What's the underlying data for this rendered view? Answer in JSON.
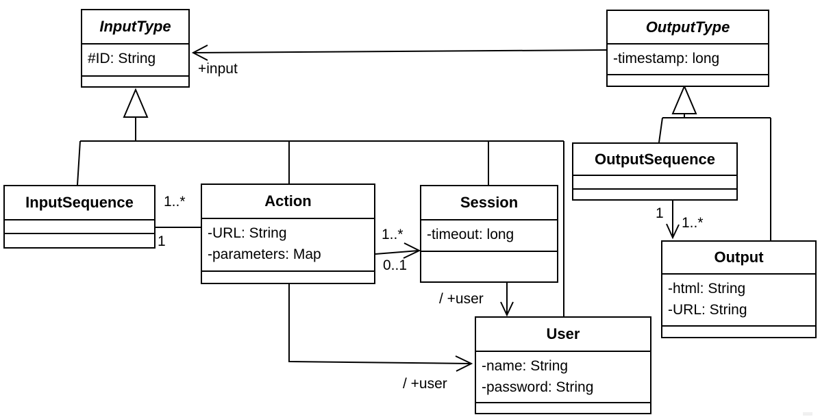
{
  "diagram": {
    "kind": "uml-class-diagram",
    "background_color": "#ffffff",
    "line_color": "#000000"
  },
  "classes": {
    "input_type": {
      "name": "InputType",
      "abstract": true,
      "attributes": [
        "#ID: String"
      ]
    },
    "output_type": {
      "name": "OutputType",
      "abstract": true,
      "attributes": [
        "-timestamp: long"
      ]
    },
    "input_sequence": {
      "name": "InputSequence",
      "abstract": false,
      "attributes": []
    },
    "action": {
      "name": "Action",
      "abstract": false,
      "attributes": [
        "-URL: String",
        "-parameters: Map"
      ]
    },
    "session": {
      "name": "Session",
      "abstract": false,
      "attributes": [
        "-timeout: long"
      ]
    },
    "output_sequence": {
      "name": "OutputSequence",
      "abstract": false,
      "attributes": []
    },
    "output": {
      "name": "Output",
      "abstract": false,
      "attributes": [
        "-html: String",
        "-URL: String"
      ]
    },
    "user": {
      "name": "User",
      "abstract": false,
      "attributes": [
        "-name: String",
        "-password: String"
      ]
    }
  },
  "labels": {
    "input_role": "+input",
    "inputsequence_action_target_mult": "1..*",
    "inputsequence_action_source_mult": "1",
    "action_session_source_mult": "1..*",
    "action_session_target_mult": "0..1",
    "session_user_role": "/ +user",
    "action_user_role": "/ +user",
    "outputsequence_output_source_mult": "1",
    "outputsequence_output_target_mult": "1..*"
  },
  "relationships": [
    {
      "type": "association",
      "from": "OutputType",
      "to": "InputType",
      "arrow_at": "InputType",
      "role_label": "+input"
    },
    {
      "type": "generalization",
      "parent": "InputType",
      "children": [
        "InputSequence",
        "Action",
        "Session",
        "User"
      ]
    },
    {
      "type": "generalization",
      "parent": "OutputType",
      "children": [
        "OutputSequence",
        "Output"
      ]
    },
    {
      "type": "association",
      "from": "InputSequence",
      "to": "Action",
      "source_mult": "1",
      "target_mult": "1..*"
    },
    {
      "type": "association",
      "from": "Action",
      "to": "Session",
      "source_mult": "1..*",
      "target_mult": "0..1",
      "arrow_at": "Session"
    },
    {
      "type": "association",
      "from": "Session",
      "to": "User",
      "role_label": "/ +user",
      "arrow_at": "User"
    },
    {
      "type": "association",
      "from": "Action",
      "to": "User",
      "role_label": "/ +user",
      "arrow_at": "User"
    },
    {
      "type": "association",
      "from": "OutputSequence",
      "to": "Output",
      "source_mult": "1",
      "target_mult": "1..*",
      "arrow_at": "Output"
    }
  ]
}
